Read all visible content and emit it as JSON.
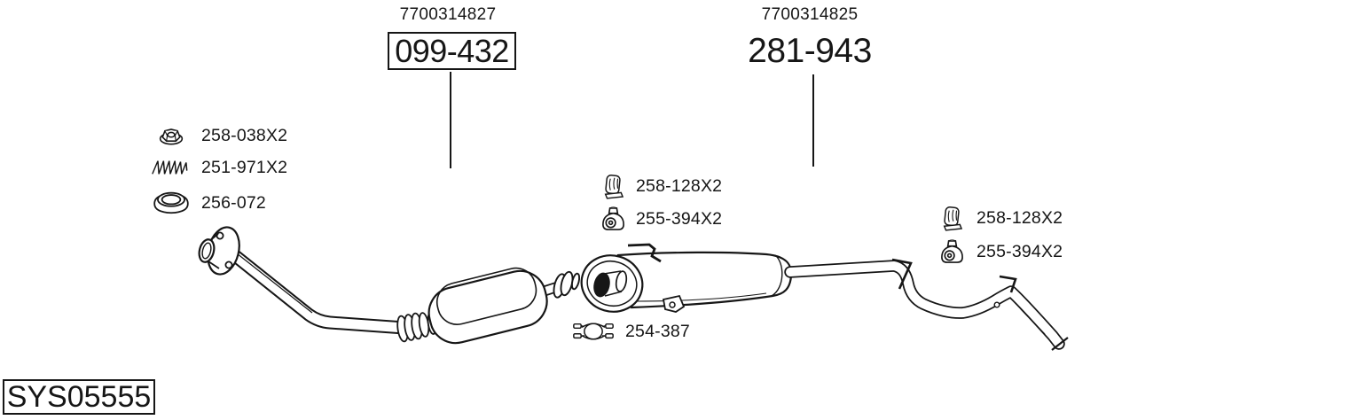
{
  "colors": {
    "ink": "#161616",
    "background": "#ffffff"
  },
  "assemblies": [
    {
      "ref": "7700314827",
      "part": "099-432",
      "boxed": true
    },
    {
      "ref": "7700314825",
      "part": "281-943",
      "boxed": false
    }
  ],
  "parts_front_pipe": [
    {
      "icon": "flange-nut-icon",
      "label": "258-038X2"
    },
    {
      "icon": "spring-icon",
      "label": "251-971X2"
    },
    {
      "icon": "gasket-ring-icon",
      "label": "256-072"
    }
  ],
  "parts_center": [
    {
      "icon": "rubber-hanger-icon",
      "label": "258-128X2"
    },
    {
      "icon": "mount-bracket-icon",
      "label": "255-394X2"
    }
  ],
  "parts_clamp": {
    "icon": "clamp-icon",
    "label": "254-387"
  },
  "parts_rear": [
    {
      "icon": "rubber-hanger-icon",
      "label": "258-128X2"
    },
    {
      "icon": "mount-bracket-icon",
      "label": "255-394X2"
    }
  ],
  "diagram_id": "SYS05555"
}
